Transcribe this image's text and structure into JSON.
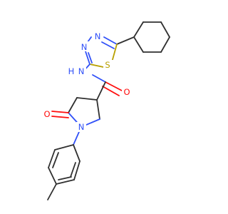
{
  "structure": {
    "atoms": {
      "n_thiadiazole_top": {
        "symbol": "N",
        "color": "#3050f8"
      },
      "n_thiadiazole_left": {
        "symbol": "N",
        "color": "#3050f8"
      },
      "s_thiadiazole": {
        "symbol": "S",
        "color": "#b8a000"
      },
      "n_amide": {
        "symbol": "N",
        "color": "#3050f8"
      },
      "h_amide": {
        "symbol": "H",
        "color": "#3050f8"
      },
      "o_amide": {
        "symbol": "O",
        "color": "#ff0d0d"
      },
      "o_lactam": {
        "symbol": "O",
        "color": "#ff0d0d"
      },
      "n_pyrrolidine": {
        "symbol": "N",
        "color": "#3050f8"
      }
    }
  }
}
